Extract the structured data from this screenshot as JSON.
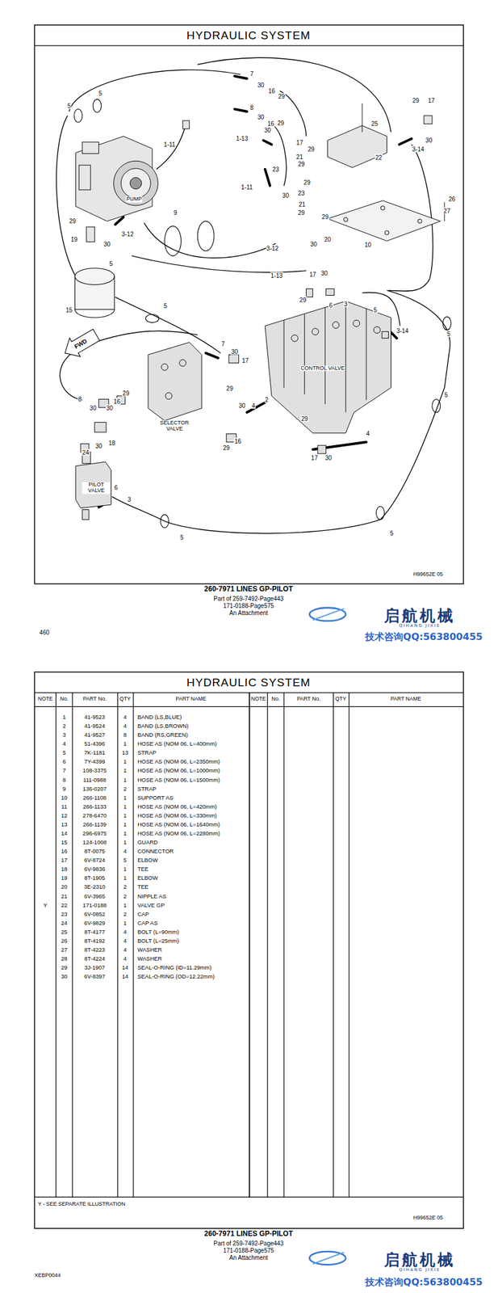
{
  "diagram": {
    "title": "HYDRAULIC SYSTEM",
    "caption": "260-7971 LINES GP-PILOT",
    "labels": [
      "5",
      "5",
      "7",
      "30",
      "16",
      "29",
      "8",
      "30",
      "16",
      "29",
      "25",
      "29",
      "17",
      "30",
      "3-14",
      "22",
      "1-11",
      "1-13",
      "30",
      "17",
      "29",
      "21",
      "29",
      "23",
      "1-11",
      "30",
      "29",
      "23",
      "21",
      "29",
      "29",
      "20",
      "30",
      "3-12",
      "26",
      "27",
      "10",
      "9",
      "29",
      "19",
      "3-12",
      "30",
      "5",
      "15",
      "5",
      "1-13",
      "17",
      "30",
      "29",
      "6",
      "3",
      "5",
      "3-14",
      "5",
      "5",
      "7",
      "30",
      "17",
      "29",
      "29",
      "16",
      "8",
      "30",
      "30",
      "18",
      "24",
      "30",
      "30",
      "4",
      "2",
      "16",
      "29",
      "29",
      "4",
      "17",
      "30",
      "6",
      "3",
      "5",
      "5",
      "PUMP",
      "SELECTOR VALVE",
      "CONTROL VALVE",
      "PILOT VALVE",
      "FWD",
      "H99652E 05",
      "Part of 259-7492-Page443",
      "171-0188-Page575",
      "An Attachment",
      "460",
      "启航机械",
      "QIHANG JIXIE",
      "技术咨询QQ:563800455",
      "HYDRAULIC SYSTEM",
      "NOTE",
      "No.",
      "PART No.",
      "QTY",
      "PART NAME",
      "NOTE",
      "No.",
      "PART No.",
      "QTY",
      "PART NAME",
      "1",
      "41-9523",
      "4",
      "BAND (LS,BLUE)",
      "2",
      "41-9524",
      "4",
      "BAND (LS,BROWN)",
      "3",
      "41-9527",
      "8",
      "BAND (RS,GREEN)",
      "4",
      "51-4396",
      "1",
      "HOSE AS (NOM 06, L=400mm)",
      "5",
      "7K-1181",
      "13",
      "STRAP",
      "6",
      "7Y-4399",
      "1",
      "HOSE AS (NOM 06, L=2350mm)",
      "7",
      "108-3375",
      "1",
      "HOSE AS (NOM 06, L=1000mm)",
      "8",
      "111-0988",
      "1",
      "HOSE AS (NOM 06, L=1500mm)",
      "9",
      "136-0207",
      "2",
      "STRAP",
      "10",
      "266-1108",
      "1",
      "SUPPORT AS",
      "11",
      "266-1133",
      "1",
      "HOSE AS (NOM 06, L=420mm)",
      "12",
      "278-6470",
      "1",
      "HOSE AS (NOM 06, L=330mm)",
      "13",
      "266-1139",
      "1",
      "HOSE AS (NOM 06, L=1640mm)",
      "14",
      "296-6975",
      "1",
      "HOSE AS (NOM 06, L=2280mm)",
      "15",
      "124-1008",
      "1",
      "GUARD",
      "16",
      "8T-0075",
      "4",
      "CONNECTOR",
      "17",
      "6V-8724",
      "5",
      "ELBOW",
      "18",
      "6V-9836",
      "1",
      "TEE",
      "19",
      "8T-1905",
      "1",
      "ELBOW",
      "20",
      "3E-2310",
      "2",
      "TEE",
      "21",
      "6V-3965",
      "2",
      "NIPPLE AS",
      "22",
      "171-0188",
      "1",
      "VALVE GP",
      "23",
      "6V-0852",
      "2",
      "CAP",
      "24",
      "6V-9829",
      "1",
      "CAP AS",
      "25",
      "8T-4177",
      "4",
      "BOLT (L=90mm)",
      "26",
      "8T-4192",
      "4",
      "BOLT (L=25mm)",
      "27",
      "8T-4223",
      "4",
      "WASHER",
      "28",
      "8T-4224",
      "4",
      "WASHER",
      "29",
      "3J-1907",
      "14",
      "SEAL-O-RING (ID=11.29mm)",
      "30",
      "6V-8397",
      "14",
      "SEAL-O-RING (OD=12.22mm)",
      "Y",
      "Y - SEE SEPARATE ILLUSTRATION",
      "H99652E 05",
      "260-7971 LINES GP-PILOT",
      "Part of 259-7492-Page443",
      "171-0188-Page575",
      "An Attachment",
      "XEBP0044",
      "启航机械",
      "QIHANG JIXIE",
      "技术咨询QQ:563800455"
    ]
  }
}
